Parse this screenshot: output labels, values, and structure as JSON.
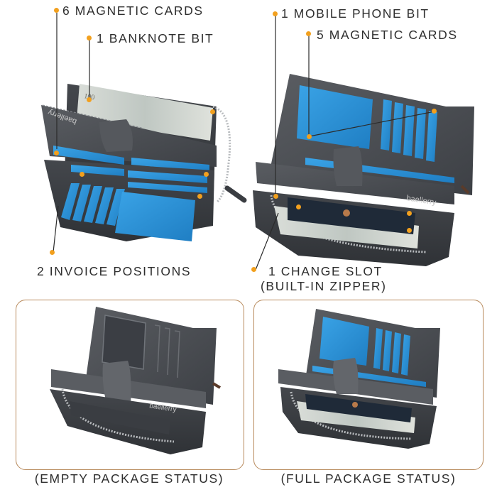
{
  "callouts": {
    "magnetic_cards_6": "6 MAGNETIC CARDS",
    "banknote_bit": "1 BANKNOTE BIT",
    "mobile_phone_bit": "1 MOBILE PHONE BIT",
    "magnetic_cards_5": "5 MAGNETIC CARDS",
    "invoice_positions": "2 INVOICE POSITIONS",
    "change_slot_line1": "1 CHANGE SLOT",
    "change_slot_line2": "(BUILT-IN ZIPPER)"
  },
  "captions": {
    "empty": "(EMPTY PACKAGE STATUS)",
    "full": "(FULL PACKAGE STATUS)"
  },
  "brand": "baellerry",
  "colors": {
    "accent_dot": "#f2a01e",
    "card_blue": "#2a8fd4",
    "wallet_grey": "#4a4d52",
    "frame_border": "#b88a5c"
  }
}
